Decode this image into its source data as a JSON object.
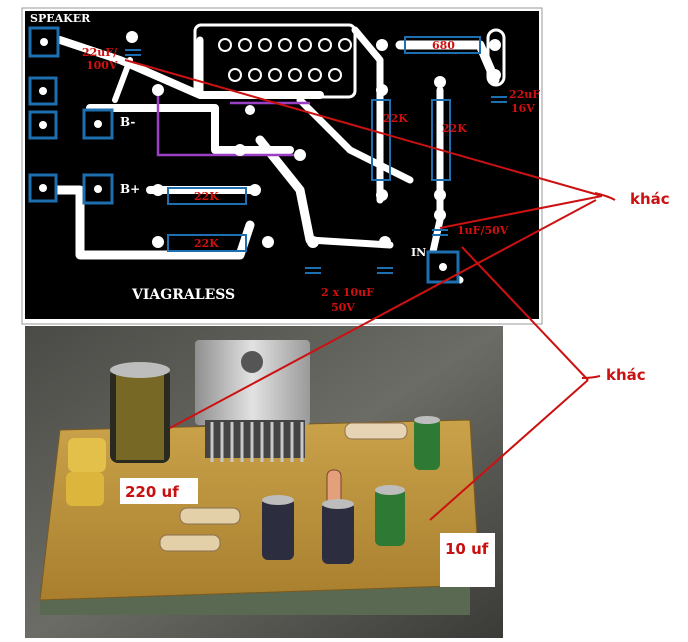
{
  "pcb": {
    "speaker": "SPEAKER",
    "cap_22uf_100v": [
      "22uF/",
      "100V"
    ],
    "bminus": "B-",
    "bplus": "B+",
    "r680": "680",
    "cap_22uf_16v": [
      "22uF",
      "16V"
    ],
    "r22k_a": "22K",
    "r22k_b": "22K",
    "r22k_c": "22K",
    "r22k_d": "22K",
    "cap_1uf_50v": "1uF/50V",
    "in": "IN",
    "brand": "VIAGRALESS",
    "cap_2x10uf": [
      "2 x 10uF",
      "50V"
    ]
  },
  "annotations": {
    "khac_top": "khác",
    "khac_bottom": "khác",
    "photo_220uf": "220 uf",
    "photo_10uf": "10 uf"
  },
  "colors": {
    "board": "#000000",
    "trace_white": "#ffffff",
    "pad_blue": "#1e6fb0",
    "jumper_purple": "#9b3fc4",
    "label_red": "#d01010",
    "pcb_tan": "#c9a24a"
  }
}
